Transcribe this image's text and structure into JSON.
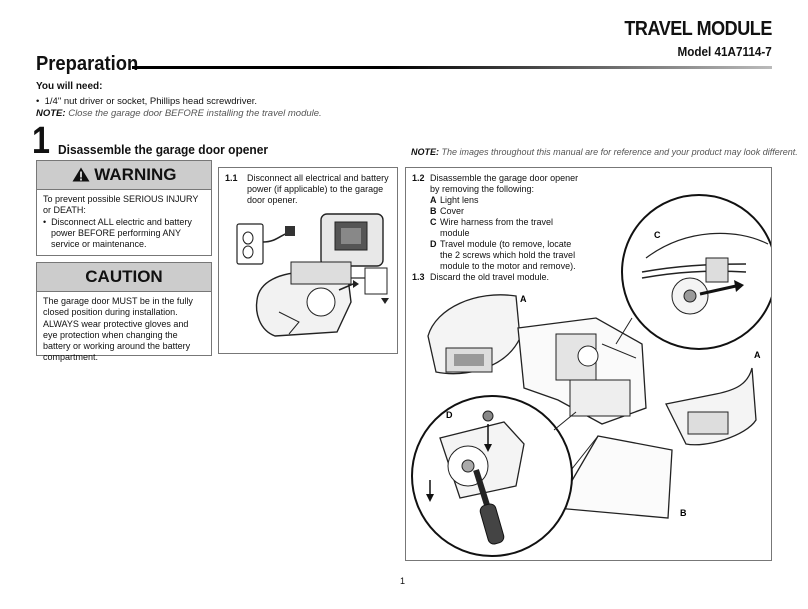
{
  "header": {
    "title": "TRAVEL MODULE",
    "model": "Model 41A7114-7"
  },
  "preparation": {
    "heading": "Preparation",
    "you_need": "You will need:",
    "tools": "1/4\" nut driver or socket, Phillips head screwdriver.",
    "note_label": "NOTE:",
    "note_text": "Close the garage door BEFORE installing the travel module."
  },
  "step1": {
    "number": "1",
    "title": "Disassemble the garage door opener",
    "note_label": "NOTE:",
    "note_text": "The images throughout this manual are for reference and your product may look different."
  },
  "warning": {
    "label": "WARNING",
    "line1": "To prevent possible SERIOUS INJURY or DEATH:",
    "bullet1": "Disconnect ALL electric and battery power BEFORE performing ANY service or maintenance."
  },
  "caution": {
    "label": "CAUTION",
    "line1": "The garage door MUST be in the fully closed position during installation.",
    "line2": "ALWAYS wear protective gloves and eye protection when changing the battery or working around the battery compartment."
  },
  "step1_1": {
    "num": "1.1",
    "text": "Disconnect all electrical and battery power (if applicable) to the garage door opener."
  },
  "step1_2": {
    "num": "1.2",
    "text": "Disassemble the garage door opener by removing the following:",
    "items": [
      {
        "letter": "A",
        "text": "Light lens"
      },
      {
        "letter": "B",
        "text": "Cover"
      },
      {
        "letter": "C",
        "text": "Wire harness from the travel module"
      },
      {
        "letter": "D",
        "text": "Travel module (to remove, locate the 2 screws which hold the travel module to the motor and remove)."
      }
    ]
  },
  "step1_3": {
    "num": "1.3",
    "text": "Discard the old travel module."
  },
  "callouts": {
    "a1": "A",
    "a2": "A",
    "b": "B",
    "c": "C",
    "d": "D"
  },
  "page_number": "1"
}
